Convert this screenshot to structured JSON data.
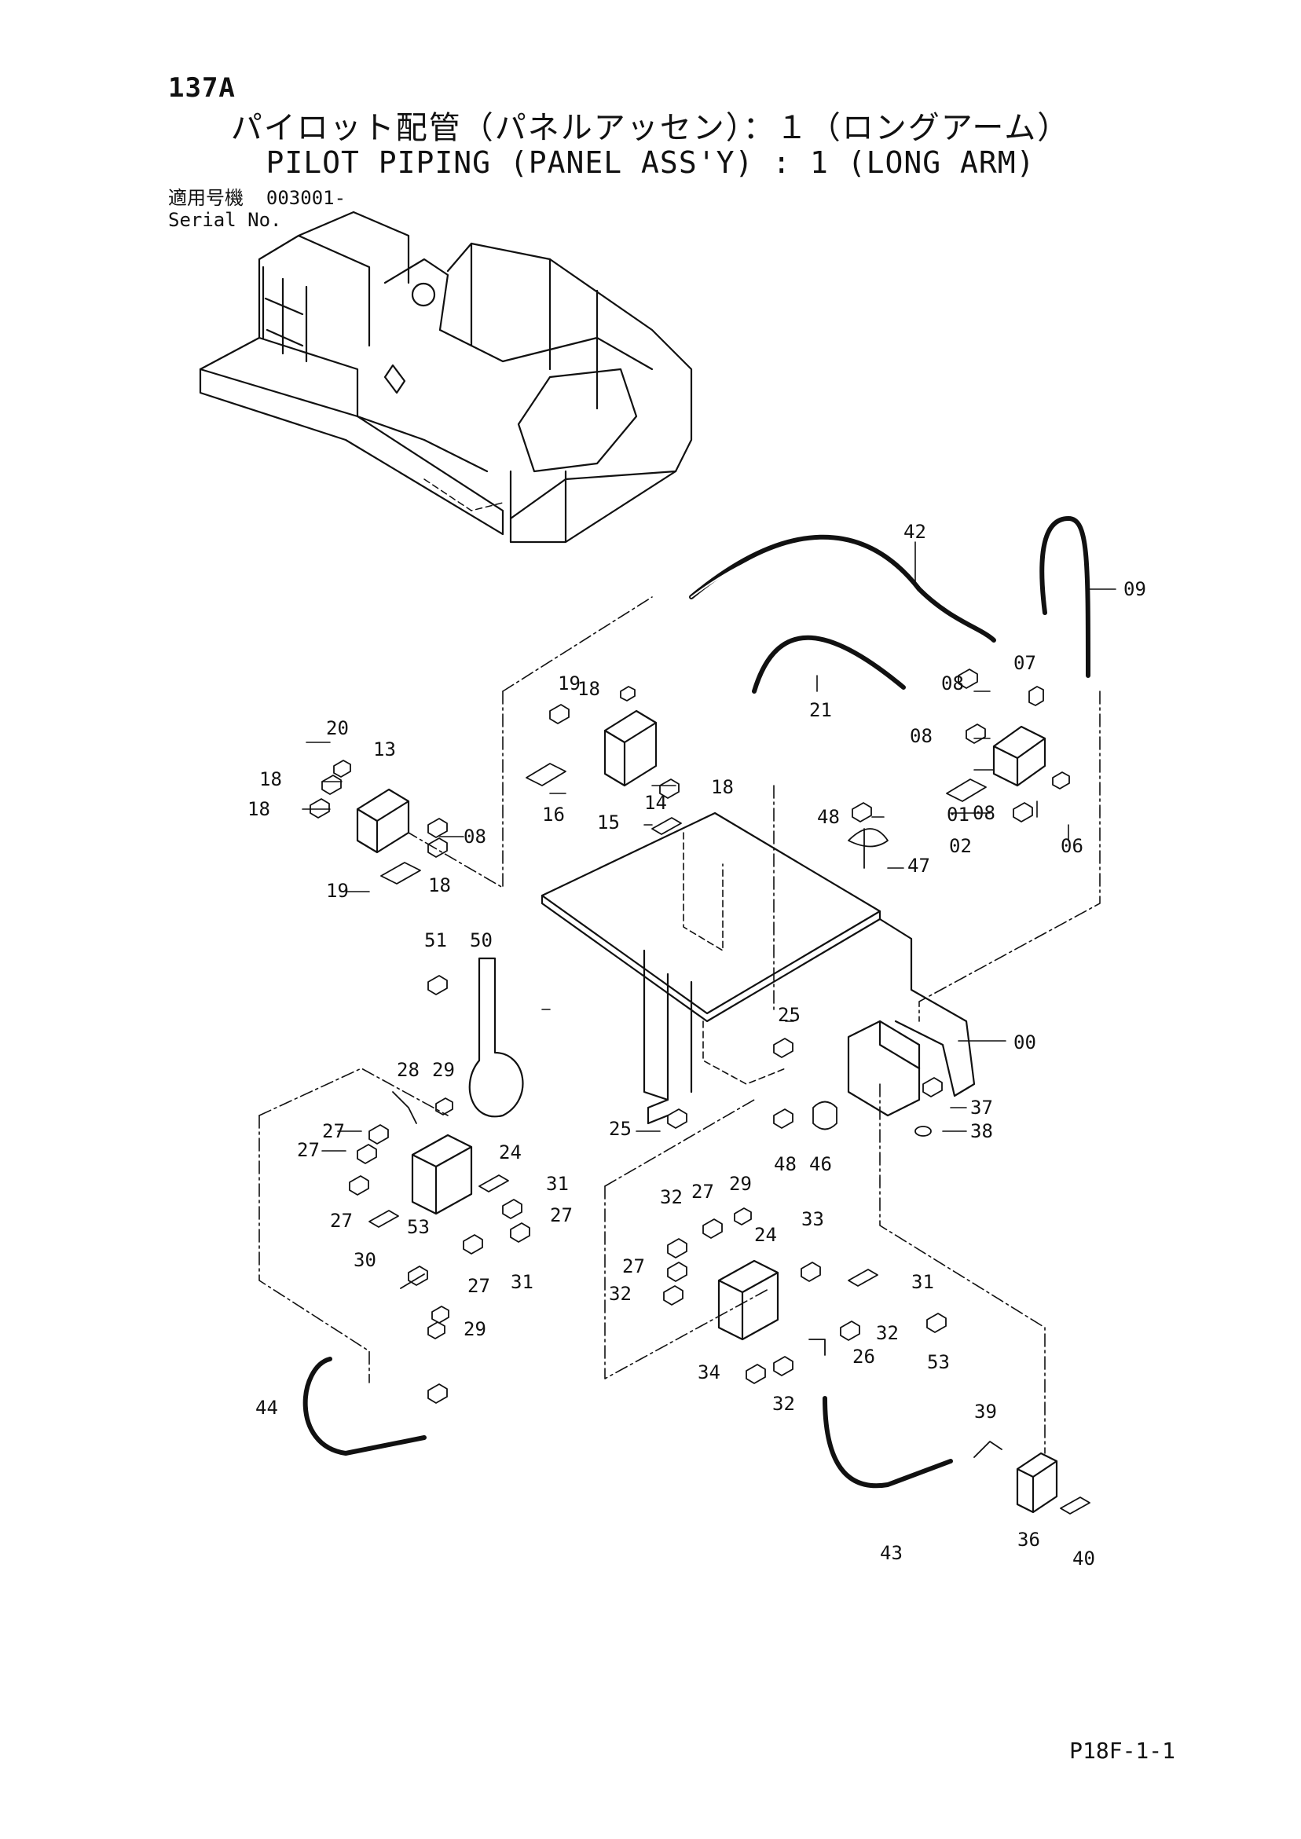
{
  "page_id": "137A",
  "title_jp": "パイロット配管（パネルアッセン）：１（ロングアーム）",
  "title_en": "PILOT PIPING (PANEL ASS'Y) : 1 (LONG ARM)",
  "serial_label_jp": "適用号機",
  "serial_value": "003001-",
  "serial_label_en": "Serial No.",
  "footer_code": "P18F-1-1",
  "callouts": {
    "c00": "00",
    "c01": "01",
    "c02": "02",
    "c06": "06",
    "c07": "07",
    "c08a": "08",
    "c08b": "08",
    "c08c": "08",
    "c08d": "08",
    "c09": "09",
    "c13": "13",
    "c14": "14",
    "c15": "15",
    "c16": "16",
    "c18a": "18",
    "c18b": "18",
    "c18c": "18",
    "c18d": "18",
    "c18e": "18",
    "c19a": "19",
    "c19b": "19",
    "c20": "20",
    "c21": "21",
    "c24a": "24",
    "c24b": "24",
    "c25a": "25",
    "c25b": "25",
    "c26": "26",
    "c27a": "27",
    "c27b": "27",
    "c27c": "27",
    "c27d": "27",
    "c27e": "27",
    "c27f": "27",
    "c27g": "27",
    "c28": "28",
    "c29a": "29",
    "c29b": "29",
    "c29c": "29",
    "c30": "30",
    "c31a": "31",
    "c31b": "31",
    "c31c": "31",
    "c32a": "32",
    "c32b": "32",
    "c32c": "32",
    "c32d": "32",
    "c33": "33",
    "c34": "34",
    "c36": "36",
    "c37": "37",
    "c38": "38",
    "c39": "39",
    "c40": "40",
    "c42": "42",
    "c43": "43",
    "c44": "44",
    "c46": "46",
    "c47": "47",
    "c48a": "48",
    "c48b": "48",
    "c50": "50",
    "c51": "51",
    "c53a": "53",
    "c53b": "53"
  }
}
